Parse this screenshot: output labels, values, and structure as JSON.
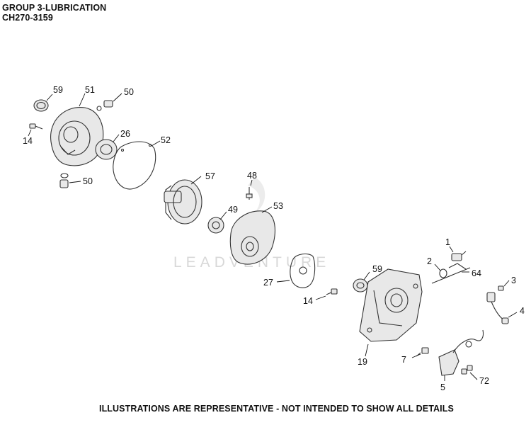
{
  "header": {
    "title": "GROUP 3-LUBRICATION",
    "model": "CH270-3159"
  },
  "watermark": "LEADVENTURE",
  "footer": "ILLUSTRATIONS ARE REPRESENTATIVE - NOT INTENDED TO SHOW ALL DETAILS",
  "callouts": {
    "c59a": "59",
    "c51": "51",
    "c50a": "50",
    "c14a": "14",
    "c26": "26",
    "c52": "52",
    "c50b": "50",
    "c57": "57",
    "c48": "48",
    "c49": "49",
    "c53": "53",
    "c27": "27",
    "c14b": "14",
    "c59b": "59",
    "c1": "1",
    "c2": "2",
    "c64": "64",
    "c3": "3",
    "c4": "4",
    "c19": "19",
    "c7": "7",
    "c5": "5",
    "c72": "72"
  }
}
